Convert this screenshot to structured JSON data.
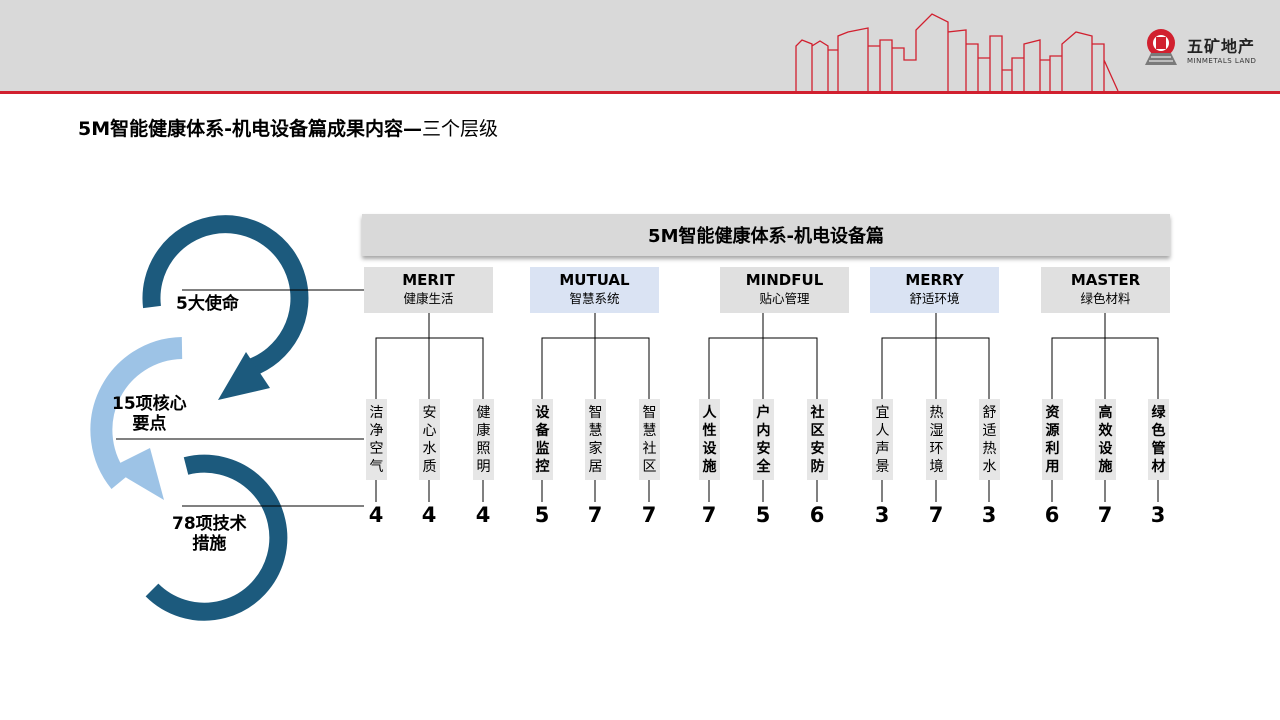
{
  "header": {
    "logo_cn": "五矿地产",
    "logo_en": "MINMETALS LAND",
    "logo_icon": "minmetals-emblem",
    "accent_color": "#d1202f"
  },
  "page": {
    "title_bold": "5M智能健康体系-机电设备篇成果内容—",
    "title_regular": "三个层级"
  },
  "diagram": {
    "banner": "5M智能健康体系-机电设备篇",
    "levels": [
      {
        "label": "5大使命",
        "color": "#1c5a7d"
      },
      {
        "label": "15项核心要点",
        "lines": [
          "15项核心",
          "要点"
        ],
        "color": "#9dc3e6"
      },
      {
        "label": "78项技术措施",
        "lines": [
          "78项技术",
          "措施"
        ],
        "color": "#1c5a7d"
      }
    ],
    "categories": [
      {
        "en": "MERIT",
        "cn": "健康生活",
        "fill": "grey",
        "items": [
          {
            "text": "洁净空气",
            "count": "4",
            "bold": false
          },
          {
            "text": "安心水质",
            "count": "4",
            "bold": false
          },
          {
            "text": "健康照明",
            "count": "4",
            "bold": false
          }
        ]
      },
      {
        "en": "MUTUAL",
        "cn": "智慧系统",
        "fill": "blue",
        "items": [
          {
            "text": "设备监控",
            "count": "5",
            "bold": true
          },
          {
            "text": "智慧家居",
            "count": "7",
            "bold": false
          },
          {
            "text": "智慧社区",
            "count": "7",
            "bold": false
          }
        ]
      },
      {
        "en": "MINDFUL",
        "cn": "贴心管理",
        "fill": "grey",
        "items": [
          {
            "text": "人性设施",
            "count": "7",
            "bold": true
          },
          {
            "text": "户内安全",
            "count": "5",
            "bold": true
          },
          {
            "text": "社区安防",
            "count": "6",
            "bold": true
          }
        ]
      },
      {
        "en": "MERRY",
        "cn": "舒适环境",
        "fill": "blue",
        "items": [
          {
            "text": "宜人声景",
            "count": "3",
            "bold": false
          },
          {
            "text": "热湿环境",
            "count": "7",
            "bold": false
          },
          {
            "text": "舒适热水",
            "count": "3",
            "bold": false
          }
        ]
      },
      {
        "en": "MASTER",
        "cn": "绿色材料",
        "fill": "grey",
        "items": [
          {
            "text": "资源利用",
            "count": "6",
            "bold": true
          },
          {
            "text": "高效设施",
            "count": "7",
            "bold": true
          },
          {
            "text": "绿色管材",
            "count": "3",
            "bold": true
          }
        ]
      }
    ]
  }
}
